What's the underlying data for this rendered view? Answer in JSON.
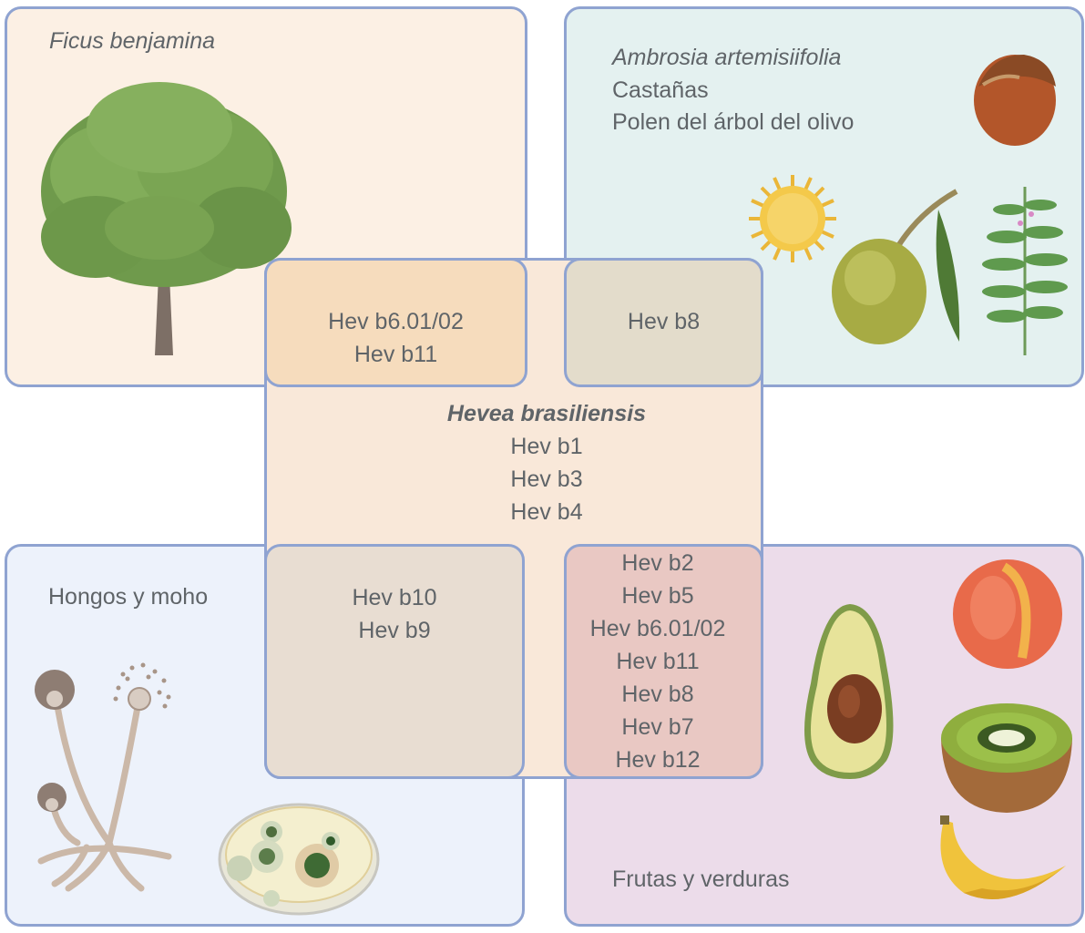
{
  "diagram": {
    "title": "Hevea brasiliensis cross-reactivity",
    "center": {
      "title": "Hevea brasiliensis",
      "allergens": [
        "Hev b1",
        "Hev b3",
        "Hev b4"
      ]
    },
    "groups": {
      "top_left": {
        "title": "Ficus benjamina",
        "illustration": "tree"
      },
      "top_right": {
        "lines": [
          {
            "text": "Ambrosia artemisiifolia",
            "italic": true
          },
          {
            "text": "Castañas",
            "italic": false
          },
          {
            "text": "Polen del árbol del olivo",
            "italic": false
          }
        ],
        "illustrations": [
          "chestnut",
          "ragweed-pollen",
          "olive",
          "olive-leaf",
          "ragweed-plant"
        ]
      },
      "bottom_left": {
        "title": "Hongos y moho",
        "illustrations": [
          "mold-sporangia",
          "petri-dish"
        ]
      },
      "bottom_right": {
        "title": "Frutas y verduras",
        "illustrations": [
          "avocado",
          "peach",
          "kiwi",
          "banana"
        ]
      }
    },
    "overlaps": {
      "top_left": [
        "Hev b6.01/02",
        "Hev b11"
      ],
      "top_right": [
        "Hev b8"
      ],
      "bottom_left": [
        "Hev b10",
        "Hev b9"
      ],
      "bottom_right": [
        "Hev b2",
        "Hev b5",
        "Hev b6.01/02",
        "Hev b11",
        "Hev b8",
        "Hev b7",
        "Hev b12"
      ]
    },
    "colors": {
      "border": "#8fa3d1",
      "top_left_bg": "#fcf0e4",
      "top_right_bg": "#e4f1f0",
      "bottom_left_bg": "#edf2fb",
      "bottom_right_bg": "#ecdcea",
      "center_bg": "#f9e8d9",
      "text": "#5f6468"
    }
  }
}
